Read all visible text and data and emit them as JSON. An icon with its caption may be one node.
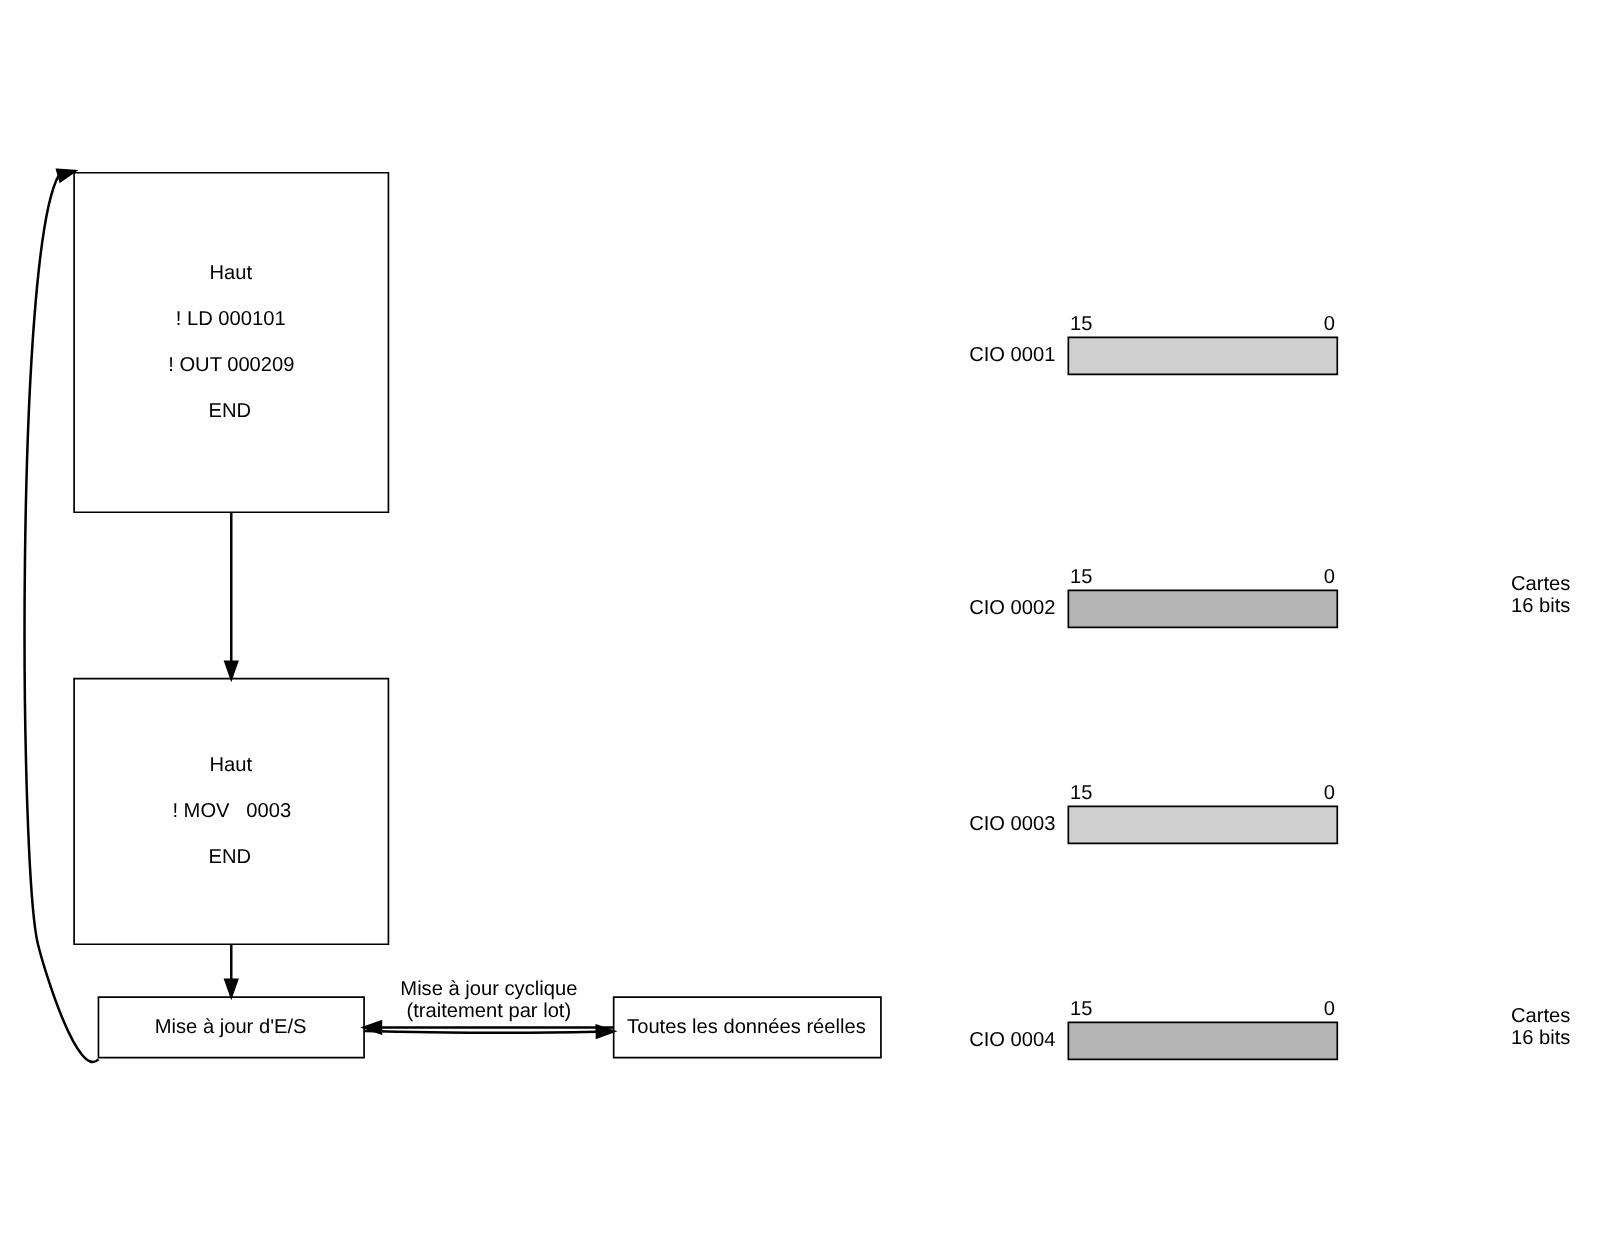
{
  "diagram": {
    "nodes": [
      {
        "text": [
          "Haut",
          "! LD 000101",
          "! OUT 000209",
          "END"
        ]
      },
      {
        "text": [
          "Haut",
          "! MOV   0003",
          "END"
        ]
      },
      {
        "text": [
          "Mise à jour d'E/S"
        ]
      },
      {
        "text": [
          "Toutes les données réelles"
        ]
      },
      {
        "text": [],
        "shape": "bar",
        "beside": [
          "CIO 0001",
          "15",
          "0"
        ]
      },
      {
        "text": [],
        "shape": "bar",
        "beside": [
          "CIO 0002",
          "15",
          "0"
        ]
      },
      {
        "text": [],
        "shape": "bar",
        "beside": [
          "CIO 0003",
          "15",
          "0"
        ]
      },
      {
        "text": [],
        "shape": "bar",
        "beside": [
          "CIO 0004",
          "15",
          "0"
        ]
      }
    ],
    "edges": [
      {
        "from": 2,
        "to": 0,
        "arrow": "to"
      },
      {
        "from": 0,
        "to": 1,
        "arrow": "to"
      },
      {
        "from": 1,
        "to": 2,
        "arrow": "to"
      },
      {
        "from": 3,
        "to": 2,
        "arrow": "to",
        "label": "Mise à jour cyclique (traitement par lot)"
      },
      {
        "from": 2,
        "to": 3,
        "arrow": "to"
      }
    ],
    "labels": [
      "Cartes 16 bits",
      "Cartes 16 bits"
    ]
  }
}
